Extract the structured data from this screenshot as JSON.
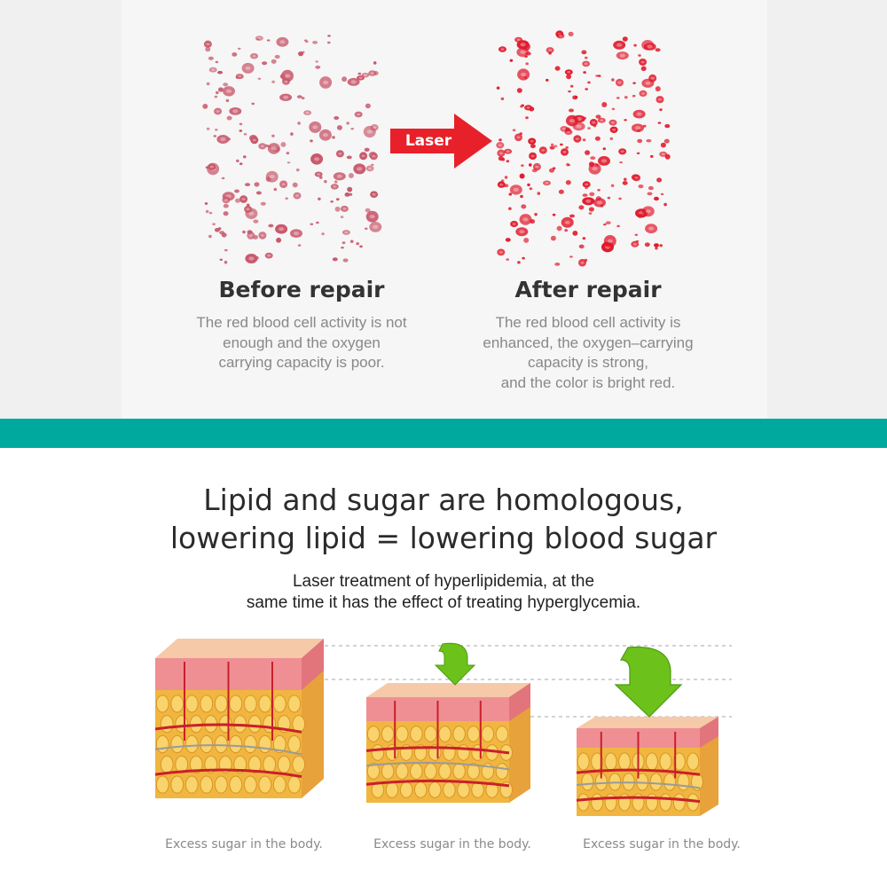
{
  "repair_comparison": {
    "arrow_label": "Laser",
    "before": {
      "title": "Before repair",
      "description_lines": [
        "The red blood cell activity is not",
        "enough and the oxygen",
        "carrying capacity is poor."
      ],
      "cell_color": "#c8576a"
    },
    "after": {
      "title": "After repair",
      "description_lines": [
        "The red blood cell activity is",
        "enhanced, the oxygen–carrying",
        "capacity is strong,",
        "and the color is bright red."
      ],
      "cell_color": "#e01a2c"
    }
  },
  "colors": {
    "band": "#00a99d",
    "arrow_red": "#e8202a",
    "arrow_green": "#6cc21a"
  },
  "lipid_section": {
    "headline_lines": [
      "Lipid and sugar are homologous,",
      "lowering lipid = lowering blood sugar"
    ],
    "subhead_lines": [
      "Laser treatment of hyperlipidemia, at the",
      "same time it has the effect of treating hyperglycemia."
    ],
    "skin_blocks": [
      {
        "caption": "Excess sugar in the body."
      },
      {
        "caption": "Excess sugar in the body."
      },
      {
        "caption": "Excess sugar in the body."
      }
    ]
  }
}
